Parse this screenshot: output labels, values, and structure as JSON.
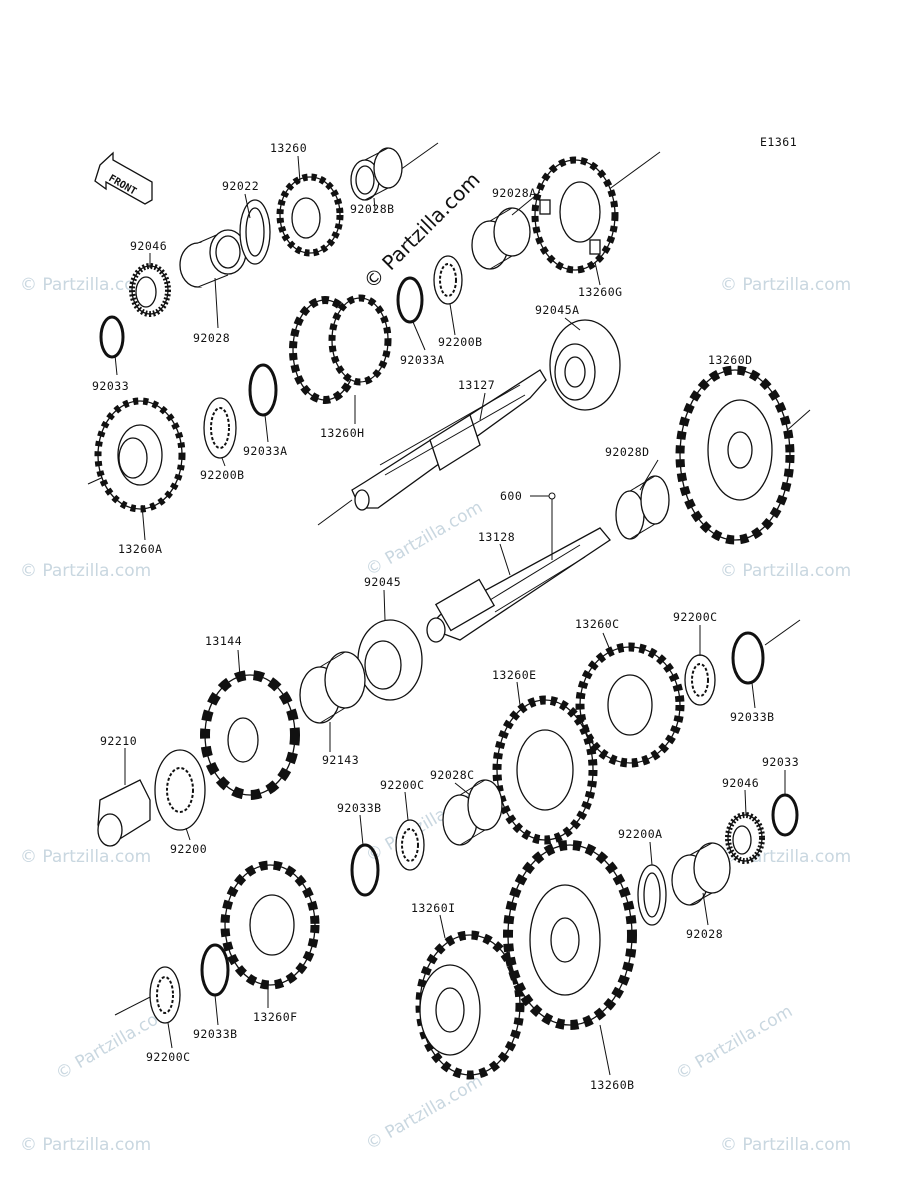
{
  "diagram_code": "E1361",
  "front_label": "FRONT",
  "watermark_main": "© Partzilla.com",
  "watermark_faint": "© Partzilla.com",
  "parts": {
    "p13260": "13260",
    "p92022": "92022",
    "p92028B": "92028B",
    "p92028A": "92028A",
    "p13260G": "13260G",
    "p92046_top": "92046",
    "p92028_top": "92028",
    "p92033_top": "92033",
    "p92200B_a": "92200B",
    "p92033A_a": "92033A",
    "p13260H": "13260H",
    "p92033A_b": "92033A",
    "p92200B_b": "92200B",
    "p92045A": "92045A",
    "p13127": "13127",
    "p13260A": "13260A",
    "p13260D": "13260D",
    "p92028D": "92028D",
    "p600": "600",
    "p13128": "13128",
    "p92045": "92045",
    "p13144": "13144",
    "p92143": "92143",
    "p13260C": "13260C",
    "p92200C_a": "92200C",
    "p92033B_a": "92033B",
    "p13260E": "13260E",
    "p92210": "92210",
    "p92200": "92200",
    "p92028C": "92028C",
    "p92200C_b": "92200C",
    "p92033B_b": "92033B",
    "p92033_bot": "92033",
    "p92046_bot": "92046",
    "p92200A": "92200A",
    "p92028_bot": "92028",
    "p13260I": "13260I",
    "p13260F": "13260F",
    "p92033B_c": "92033B",
    "p92200C_c": "92200C",
    "p13260B": "13260B"
  }
}
